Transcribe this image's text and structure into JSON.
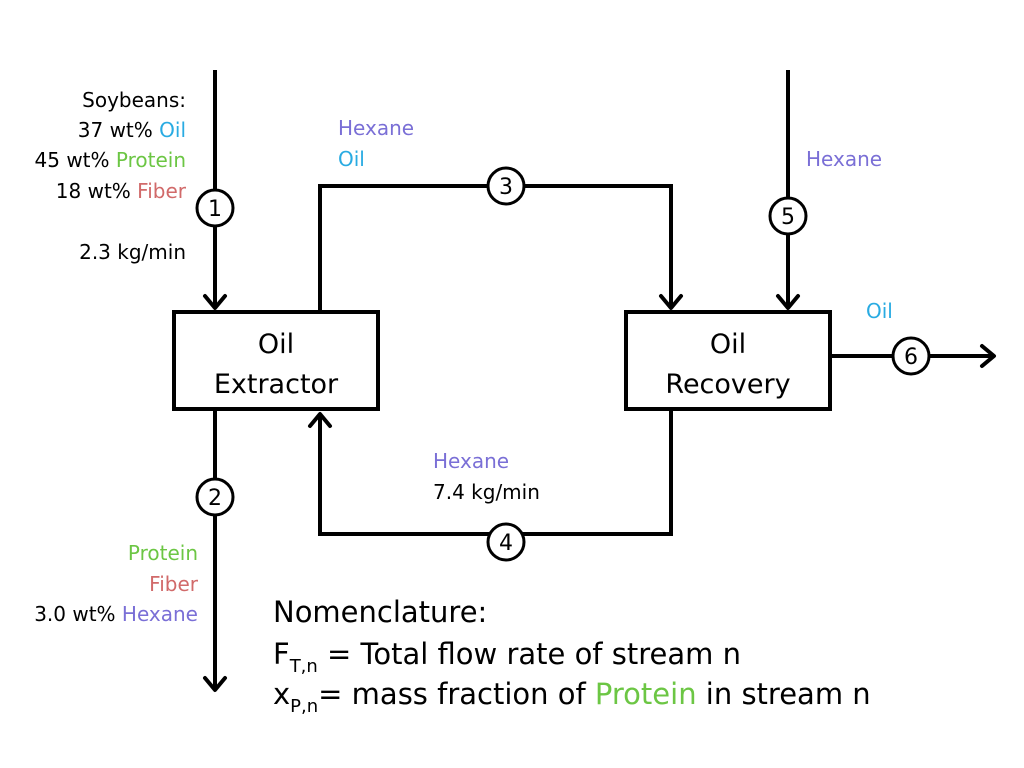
{
  "colors": {
    "oil": "#29ABE2",
    "protein": "#6CC644",
    "fiber": "#D16A6A",
    "hexane": "#7A6FD6",
    "ink": "#000000"
  },
  "units": {
    "extractor": {
      "line1": "Oil",
      "line2": "Extractor"
    },
    "recovery": {
      "line1": "Oil",
      "line2": "Recovery"
    }
  },
  "streams": {
    "s1": {
      "number": "1",
      "heading": "Soybeans:",
      "comp": [
        {
          "pct": "37 wt%",
          "name": "Oil"
        },
        {
          "pct": "45 wt%",
          "name": "Protein"
        },
        {
          "pct": "18 wt%",
          "name": "Fiber"
        }
      ],
      "flow": "2.3 kg/min"
    },
    "s2": {
      "number": "2",
      "comp1": "Protein",
      "comp2": "Fiber",
      "comp3_pct": "3.0 wt%",
      "comp3_name": "Hexane"
    },
    "s3": {
      "number": "3",
      "comp1": "Hexane",
      "comp2": "Oil"
    },
    "s4": {
      "number": "4",
      "comp1": "Hexane",
      "flow": "7.4 kg/min"
    },
    "s5": {
      "number": "5",
      "comp1": "Hexane"
    },
    "s6": {
      "number": "6",
      "comp1": "Oil"
    }
  },
  "nomenclature": {
    "title": "Nomenclature:",
    "line1": {
      "var": "F",
      "sub": "T,n",
      "text": " = Total flow rate of stream n"
    },
    "line2": {
      "var": "x",
      "sub": "P,n",
      "text_pre": "= mass fraction of ",
      "highlight": "Protein",
      "text_post": " in stream n"
    }
  }
}
